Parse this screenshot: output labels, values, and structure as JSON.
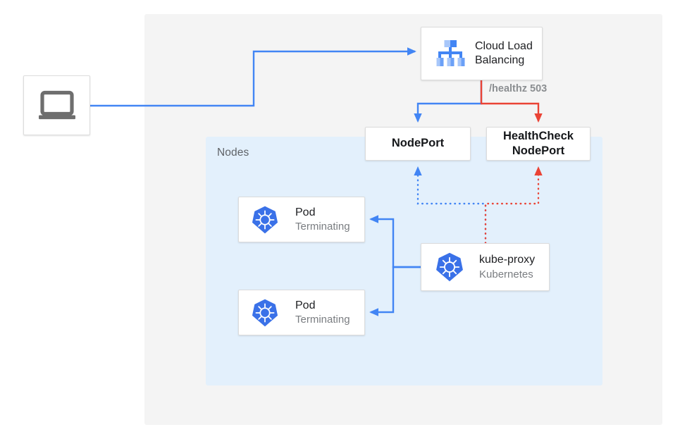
{
  "diagram": {
    "title": "Kubernetes NodePort health check with terminating pods",
    "colors": {
      "blue": "#4285f4",
      "red": "#ea4335",
      "panel_gray": "#f4f4f4",
      "panel_blue": "#e3f0fc",
      "card_white": "#ffffff",
      "border_gray": "#dcdcdc",
      "text_dark": "#202124",
      "text_muted": "#7a7d81",
      "icon_gray": "#6e6e6e"
    },
    "groups": {
      "outer_panel_name": "cloud-environment",
      "nodes_panel_label": "Nodes"
    },
    "nodes": {
      "client": {
        "icon": "laptop-icon",
        "label": ""
      },
      "load_balancer": {
        "icon": "cloud-load-balancing-icon",
        "title_line1": "Cloud Load",
        "title_line2": "Balancing"
      },
      "nodeport": {
        "label": "NodePort"
      },
      "healthcheck_nodeport": {
        "label_line1": "HealthCheck",
        "label_line2": "NodePort"
      },
      "pod1": {
        "icon": "kubernetes-icon",
        "title": "Pod",
        "subtitle": "Terminating"
      },
      "pod2": {
        "icon": "kubernetes-icon",
        "title": "Pod",
        "subtitle": "Terminating"
      },
      "kube_proxy": {
        "icon": "kubernetes-icon",
        "title": "kube-proxy",
        "subtitle": "Kubernetes"
      }
    },
    "edges": {
      "healthz_label": "/healthz 503",
      "client_to_lb": {
        "style": "solid",
        "color": "#4285f4"
      },
      "lb_to_nodeport": {
        "style": "solid",
        "color": "#4285f4"
      },
      "lb_to_healthcheck": {
        "style": "solid",
        "color": "#ea4335"
      },
      "kubeproxy_to_nodeport": {
        "style": "dotted",
        "color": "#4285f4"
      },
      "kubeproxy_to_healthcheck": {
        "style": "dotted",
        "color": "#ea4335"
      },
      "kubeproxy_to_pods": {
        "style": "solid",
        "color": "#4285f4"
      }
    }
  }
}
